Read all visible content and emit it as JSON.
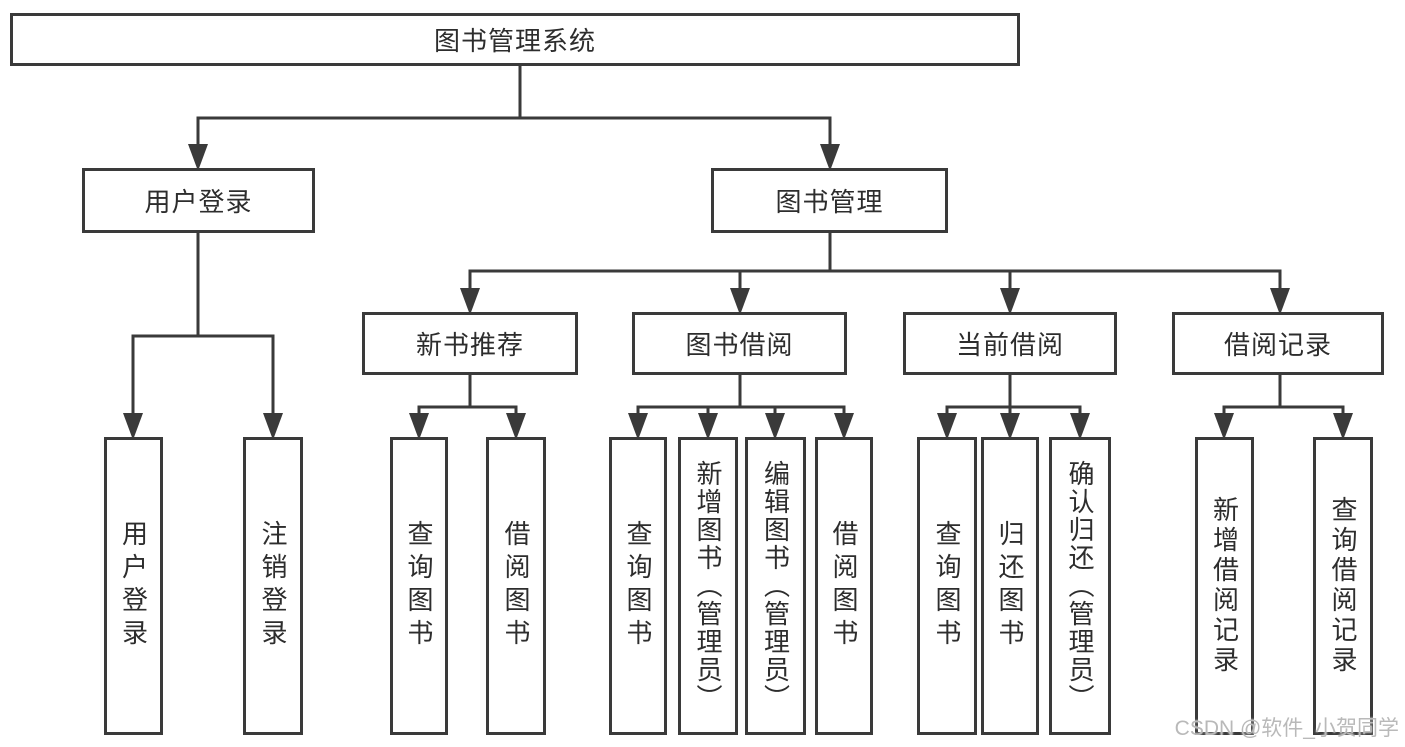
{
  "diagram": {
    "title": "图书管理系统",
    "root": {
      "label": "图书管理系统"
    },
    "level2": [
      {
        "id": "user-login",
        "label": "用户登录"
      },
      {
        "id": "book-management",
        "label": "图书管理"
      }
    ],
    "level3": [
      {
        "id": "new-book-recommend",
        "label": "新书推荐"
      },
      {
        "id": "book-borrow",
        "label": "图书借阅"
      },
      {
        "id": "current-borrow",
        "label": "当前借阅"
      },
      {
        "id": "borrow-records",
        "label": "借阅记录"
      }
    ],
    "leaves": {
      "user_login": [
        "用户登录",
        "注销登录"
      ],
      "new_book_recommend": [
        "查询图书",
        "借阅图书"
      ],
      "book_borrow": [
        "查询图书",
        "新增图书（管理员）",
        "编辑图书（管理员）",
        "借阅图书"
      ],
      "current_borrow": [
        "查询图书",
        "归还图书",
        "确认归还（管理员）"
      ],
      "borrow_records": [
        "新增借阅记录",
        "查询借阅记录"
      ]
    }
  },
  "watermark": "CSDN @软件_小贺同学",
  "colors": {
    "line": "#3a3a3a",
    "box_border": "#3a3a3a",
    "box_background": "#ffffff",
    "text": "#2d2d2d",
    "watermark": "#b9b9b9"
  }
}
